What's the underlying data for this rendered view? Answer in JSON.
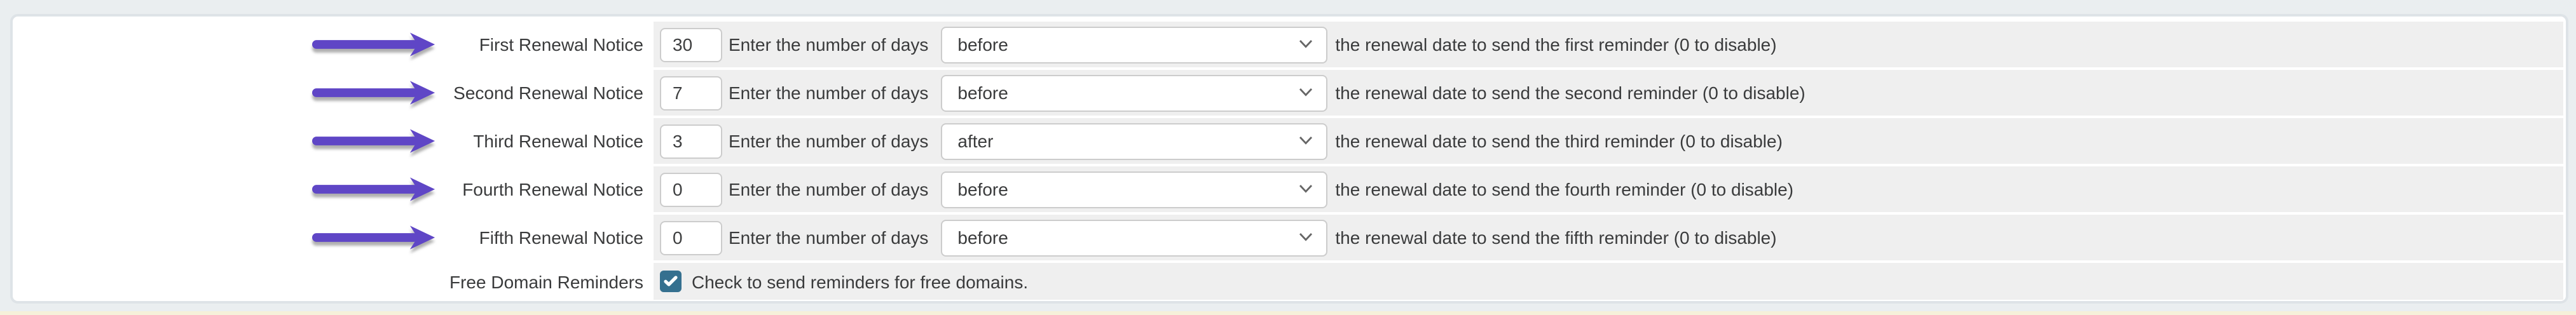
{
  "panel": {
    "rows": [
      {
        "label": "First Renewal Notice",
        "days": "30",
        "middle_text": "Enter the number of days",
        "direction": "before",
        "after_text": "the renewal date to send the first reminder (0 to disable)"
      },
      {
        "label": "Second Renewal Notice",
        "days": "7",
        "middle_text": "Enter the number of days",
        "direction": "before",
        "after_text": "the renewal date to send the second reminder (0 to disable)"
      },
      {
        "label": "Third Renewal Notice",
        "days": "3",
        "middle_text": "Enter the number of days",
        "direction": "after",
        "after_text": "the renewal date to send the third reminder (0 to disable)"
      },
      {
        "label": "Fourth Renewal Notice",
        "days": "0",
        "middle_text": "Enter the number of days",
        "direction": "before",
        "after_text": "the renewal date to send the fourth reminder (0 to disable)"
      },
      {
        "label": "Fifth Renewal Notice",
        "days": "0",
        "middle_text": "Enter the number of days",
        "direction": "before",
        "after_text": "the renewal date to send the fifth reminder (0 to disable)"
      }
    ],
    "free_domain_row": {
      "label": "Free Domain Reminders",
      "checkbox_checked": true,
      "checkbox_label": "Check to send reminders for free domains."
    }
  },
  "icons": {
    "annotation_arrow": "right-arrow",
    "select_chevron": "chevron-down",
    "checkbox_check": "check"
  },
  "colors": {
    "page_bg": "#eaeef0",
    "panel_border": "#dee3e7",
    "cell_bg": "#efefef",
    "input_border": "#cccccc",
    "text_color": "#3a3b3c",
    "arrow": "#5f46c6",
    "checkbox": "#35708f",
    "footer_strip": "#f6f1da"
  }
}
